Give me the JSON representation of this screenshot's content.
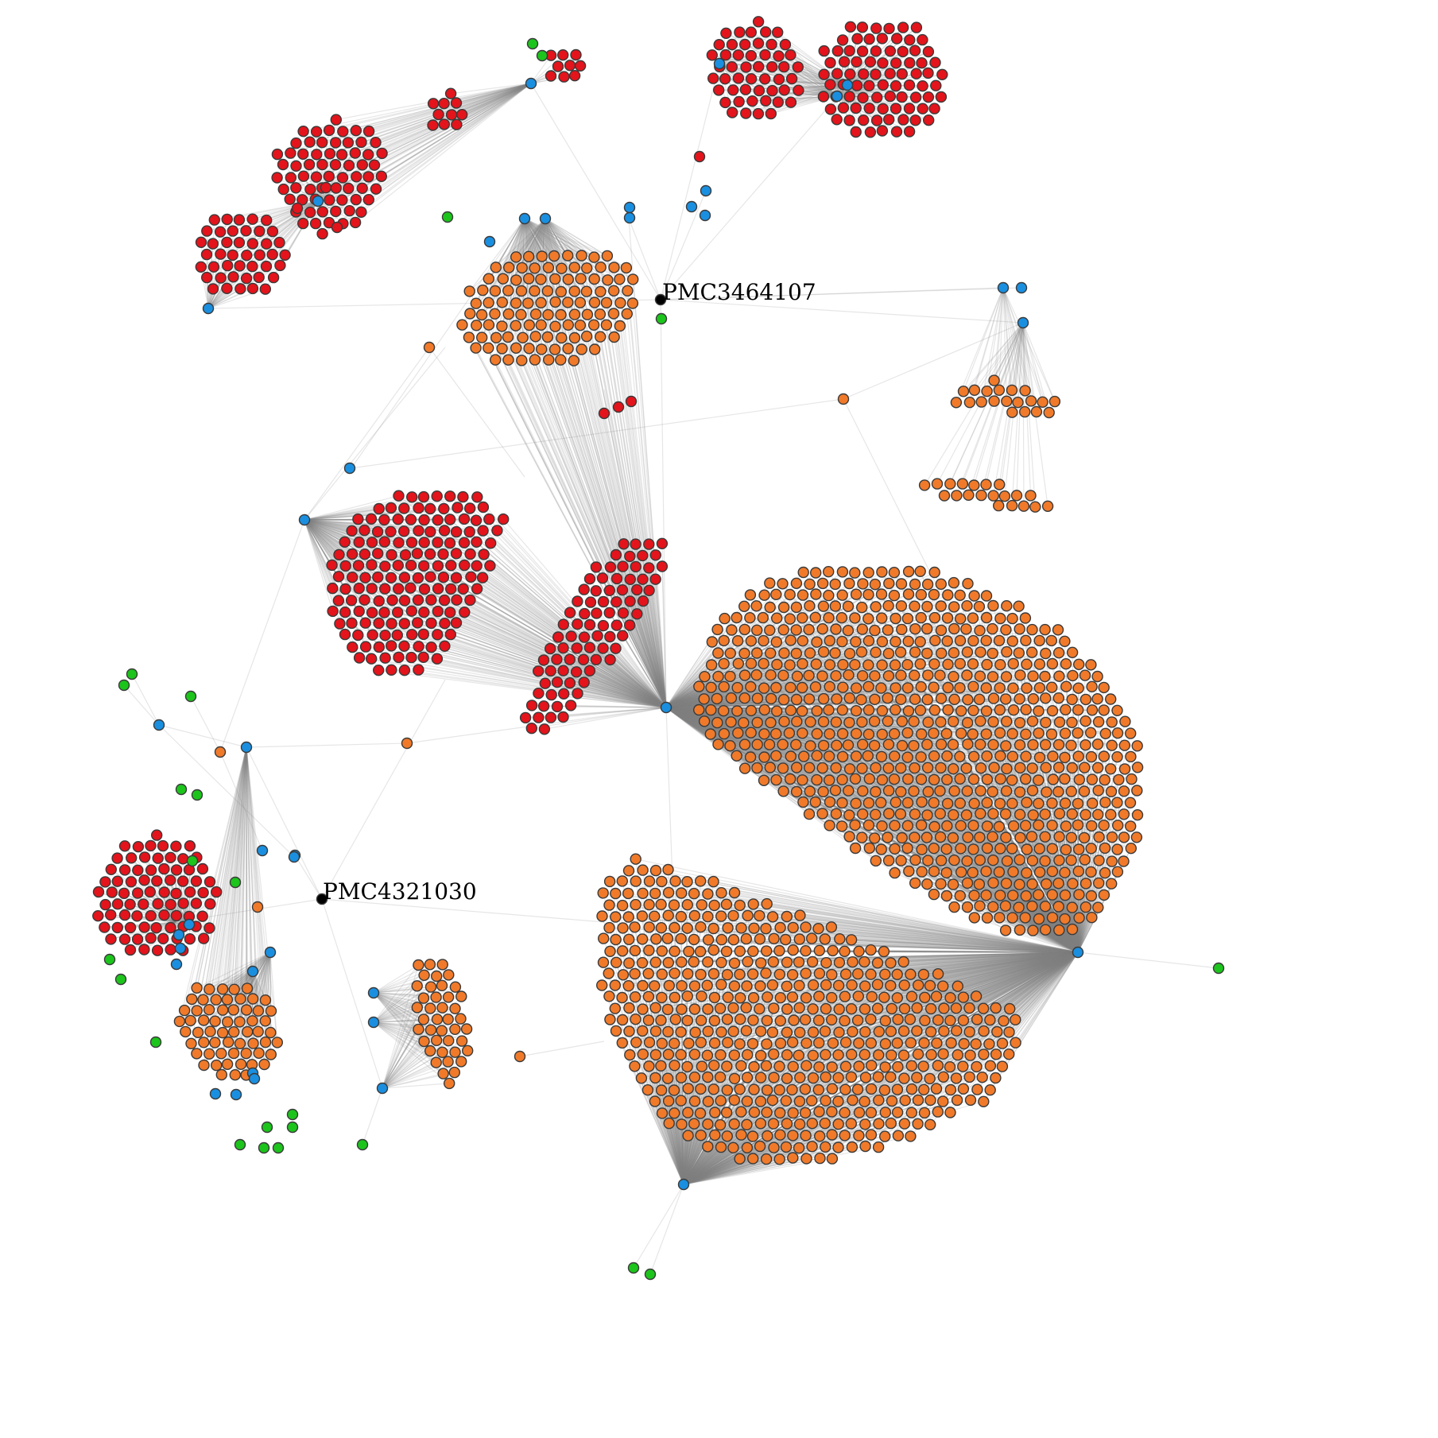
{
  "graph": {
    "colors": {
      "hub": "#1a8fe0",
      "red": "#e3141b",
      "orange": "#f07a2a",
      "green": "#1cc41c",
      "labeled": "#000000",
      "edge": "#808080",
      "stroke": "#3a3a3a"
    },
    "labels": [
      {
        "id": "pmc3464107",
        "text": "PMC3464107"
      },
      {
        "id": "pmc4321030",
        "text": "PMC4321030"
      }
    ]
  }
}
